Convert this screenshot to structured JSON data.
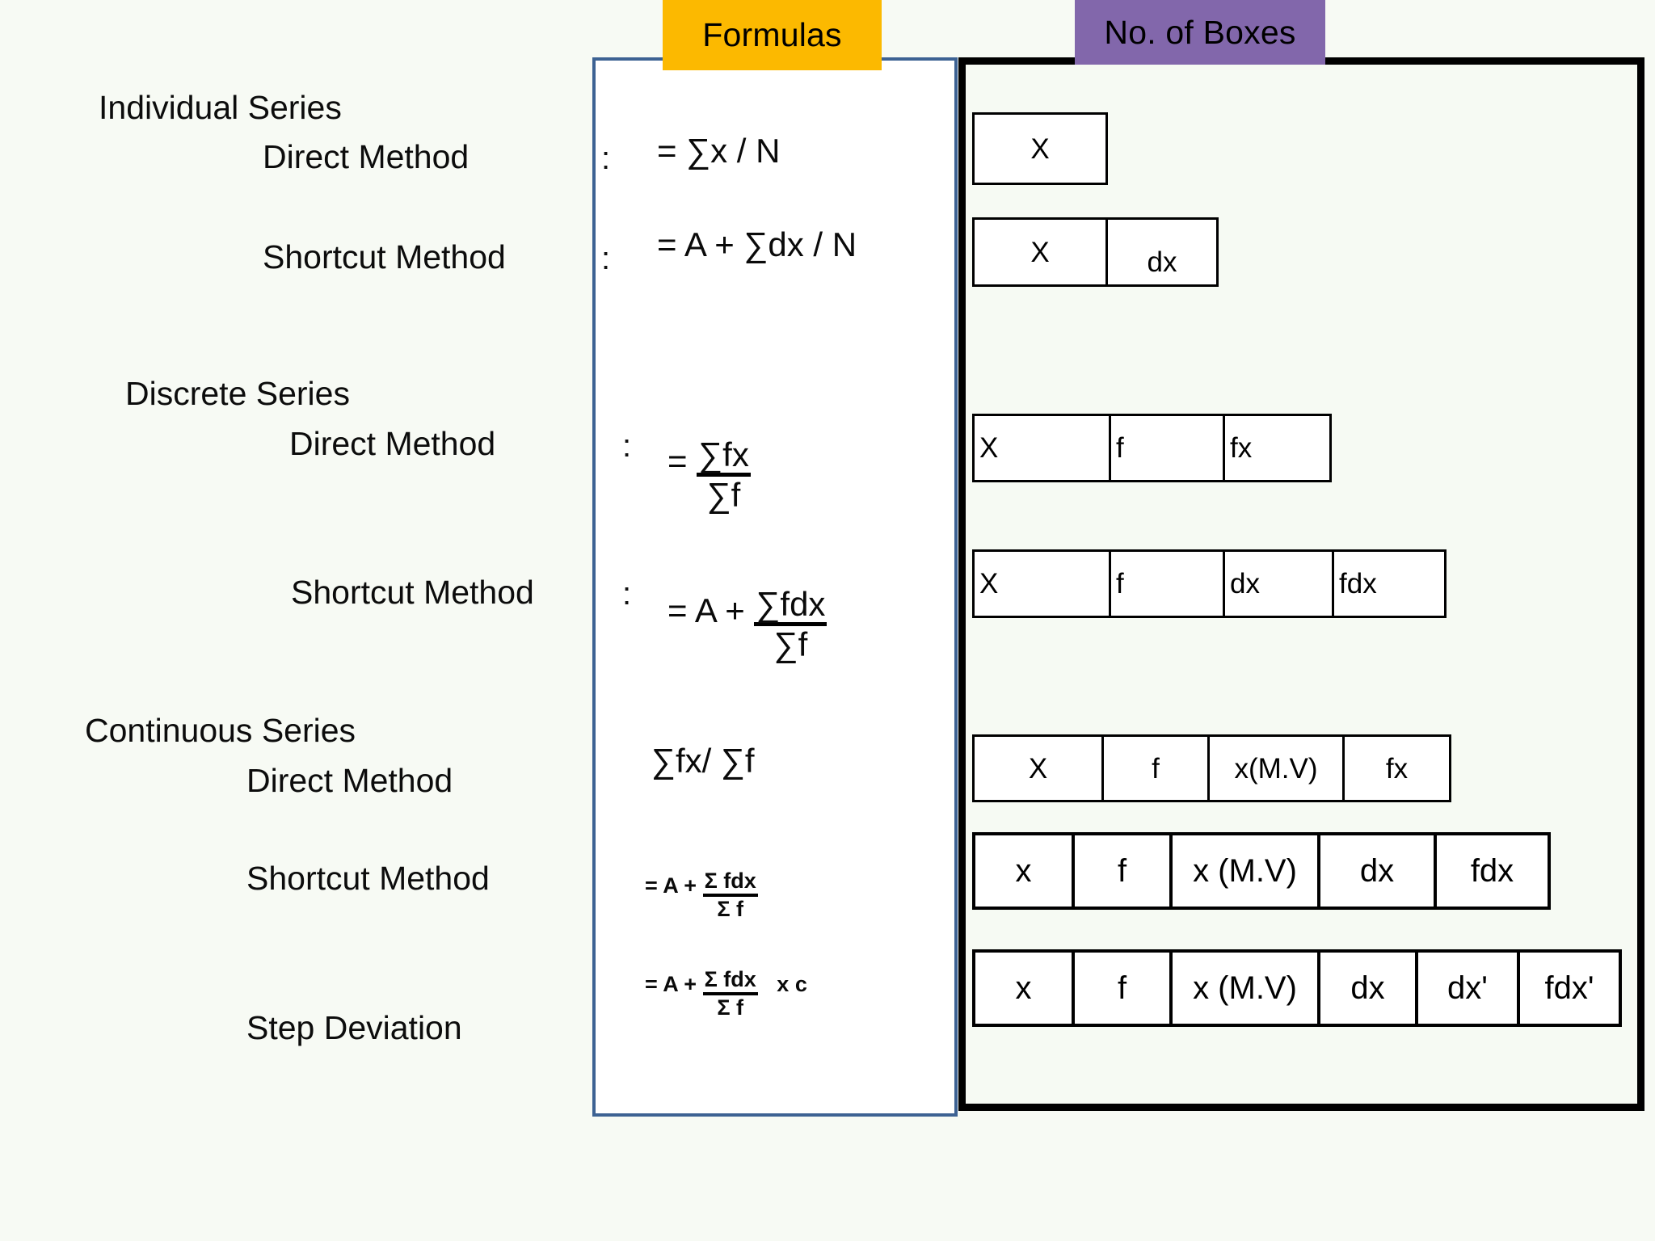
{
  "headers": {
    "formulas": "Formulas",
    "boxes": "No. of Boxes"
  },
  "colors": {
    "formulas_tab_bg": "#fcb900",
    "boxes_tab_bg": "#8267ab",
    "formulas_panel_border": "#3d6293",
    "boxes_panel_border": "#000000",
    "page_bg": "#f7faf4"
  },
  "sections": [
    {
      "title": "Individual Series",
      "rows": [
        {
          "method": "Direct Method",
          "colon": ":",
          "formula_text": "= ∑x / N",
          "boxes": [
            "X"
          ]
        },
        {
          "method": "Shortcut Method",
          "colon": ":",
          "formula_text": "= A + ∑dx / N",
          "boxes": [
            "X",
            "dx"
          ]
        }
      ]
    },
    {
      "title": "Discrete Series",
      "rows": [
        {
          "method": "Direct Method",
          "colon": ":",
          "formula_prefix": "=",
          "formula_numerator": "∑fx",
          "formula_denominator": "∑f",
          "boxes": [
            "X",
            "f",
            "fx"
          ]
        },
        {
          "method": "Shortcut Method",
          "colon": ":",
          "formula_prefix": "=  A +",
          "formula_numerator": "∑fdx",
          "formula_denominator": "∑f",
          "boxes": [
            "X",
            "f",
            "dx",
            "fdx"
          ]
        }
      ]
    },
    {
      "title": "Continuous Series",
      "rows": [
        {
          "method": "Direct Method",
          "formula_text": "∑fx/ ∑f",
          "boxes": [
            "X",
            "f",
            "x(M.V)",
            "fx"
          ]
        },
        {
          "method": "Shortcut Method",
          "formula_prefix": "= A +",
          "formula_numerator": "Σ fdx",
          "formula_denominator": "Σ f",
          "boxes": [
            "x",
            "f",
            "x (M.V)",
            "dx",
            "fdx"
          ]
        },
        {
          "method": "Step Deviation",
          "formula_prefix": "= A +",
          "formula_numerator": "Σ fdx",
          "formula_denominator": "Σ f",
          "formula_suffix": "x  c",
          "boxes": [
            "x",
            "f",
            "x (M.V)",
            "dx",
            "dx'",
            "fdx'"
          ]
        }
      ]
    }
  ]
}
